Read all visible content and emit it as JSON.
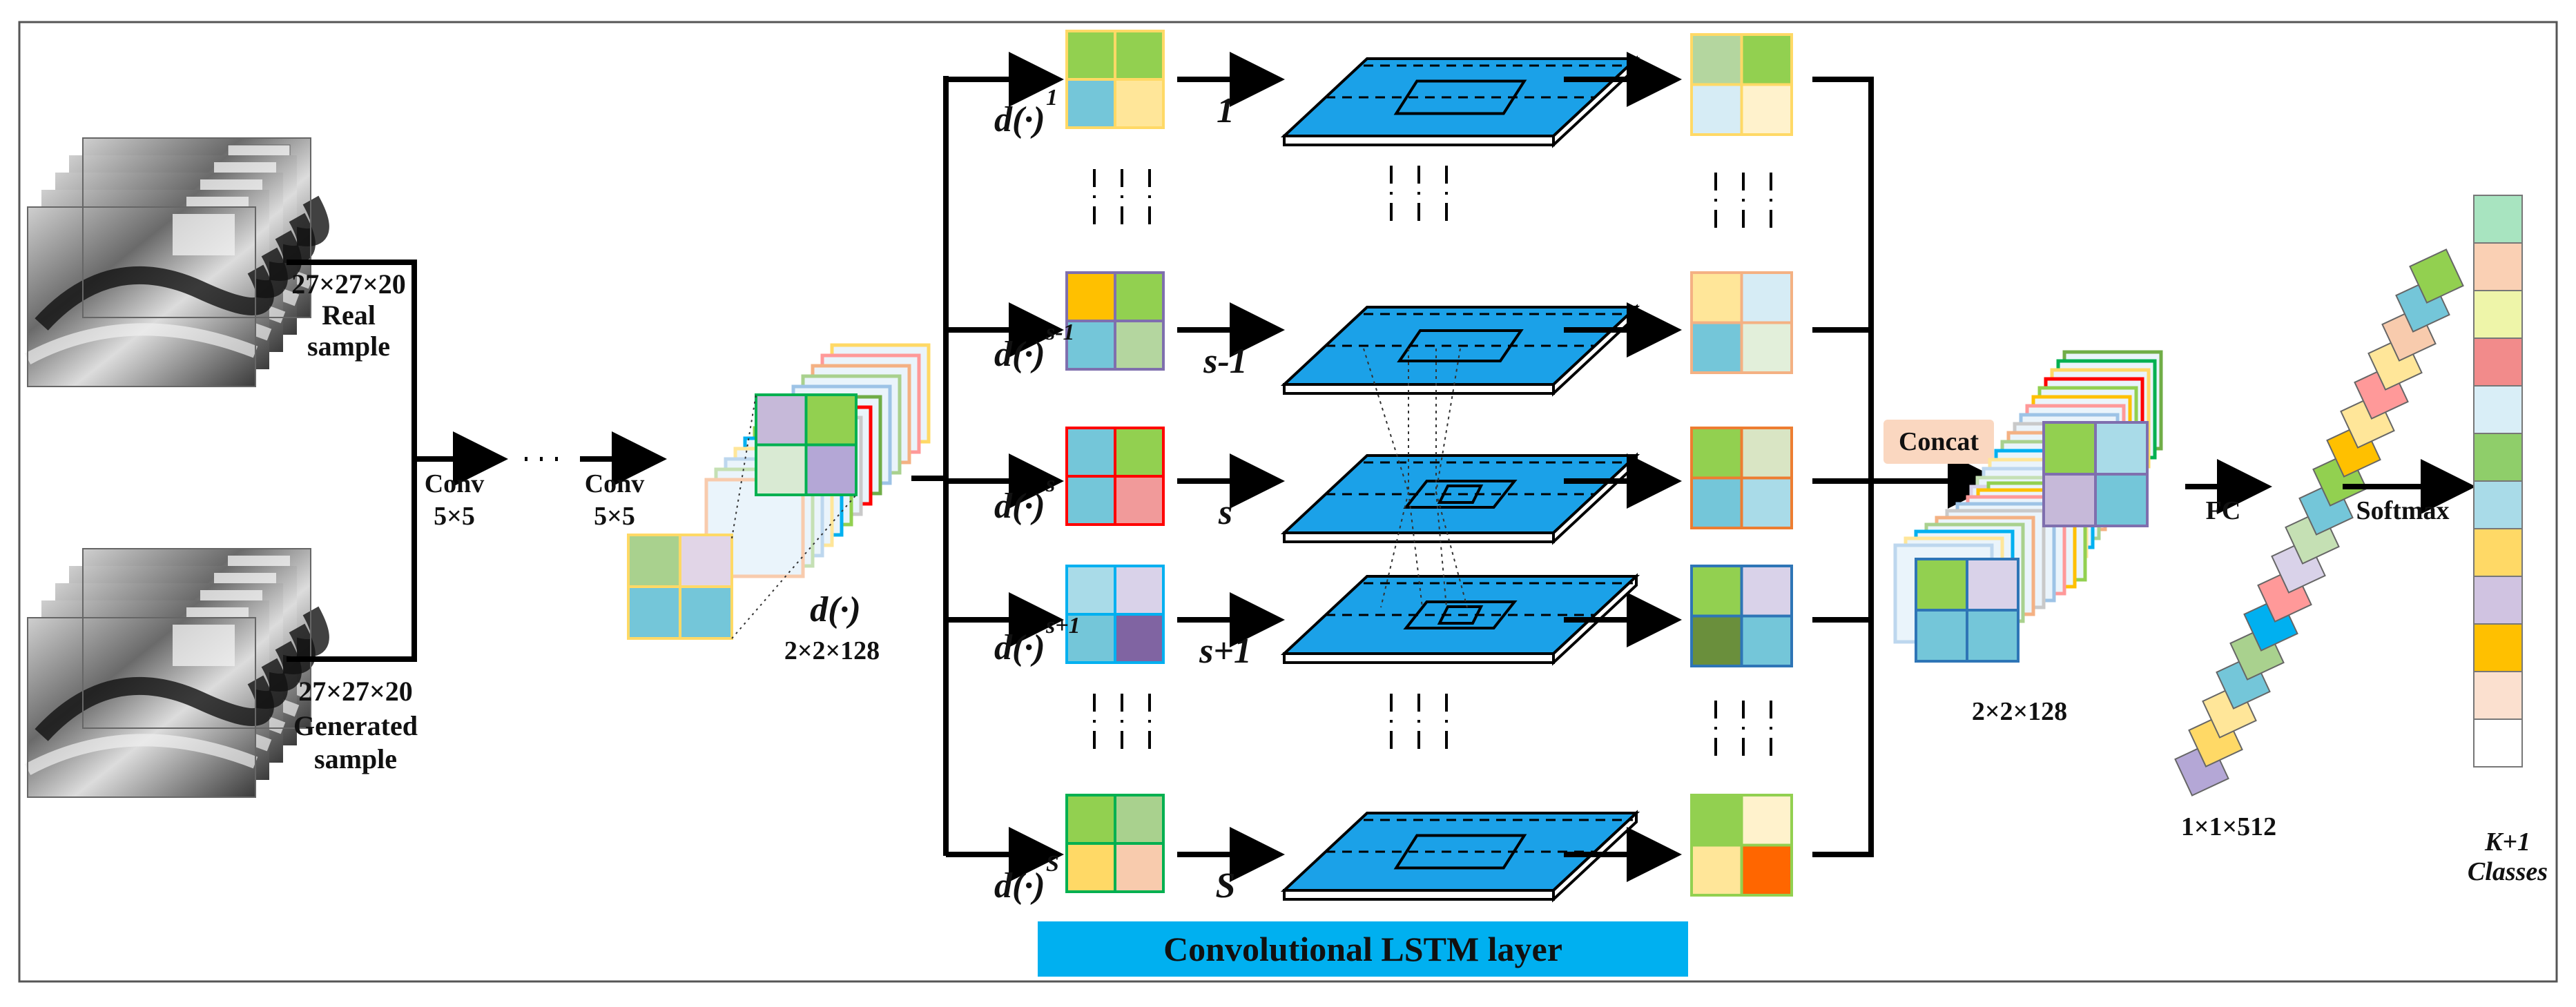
{
  "inputs": {
    "real": {
      "dims": "27×27×20",
      "line1": "Real",
      "line2": "sample"
    },
    "generated": {
      "dims": "27×27×20",
      "line1": "Generated",
      "line2": "sample"
    }
  },
  "conv1": {
    "line1": "Conv",
    "line2": "5×5"
  },
  "conv2": {
    "line1": "Conv",
    "line2": "5×5"
  },
  "feature": {
    "symbol": "d(·)",
    "dims": "2×2×128"
  },
  "branches": [
    {
      "d_base": "d(·)",
      "sup": "1",
      "step": "1"
    },
    {
      "d_base": "d(·)",
      "sup": "s-1",
      "step": "s-1"
    },
    {
      "d_base": "d(·)",
      "sup": "s",
      "step": "s"
    },
    {
      "d_base": "d(·)",
      "sup": "s+1",
      "step": "s+1"
    },
    {
      "d_base": "d(·)",
      "sup": "S",
      "step": "S"
    }
  ],
  "lstm_banner": "Convolutional LSTM layer",
  "concat": "Concat",
  "concat_dims": "2×2×128",
  "fc": "FC",
  "fc_dims": "1×1×512",
  "softmax": "Softmax",
  "classes": {
    "line1": "K+1",
    "line2": "Classes"
  },
  "colors": {
    "banner": "#00b0f0",
    "concat_bg": "#fad7c0",
    "plane": "#1ba1e8"
  }
}
